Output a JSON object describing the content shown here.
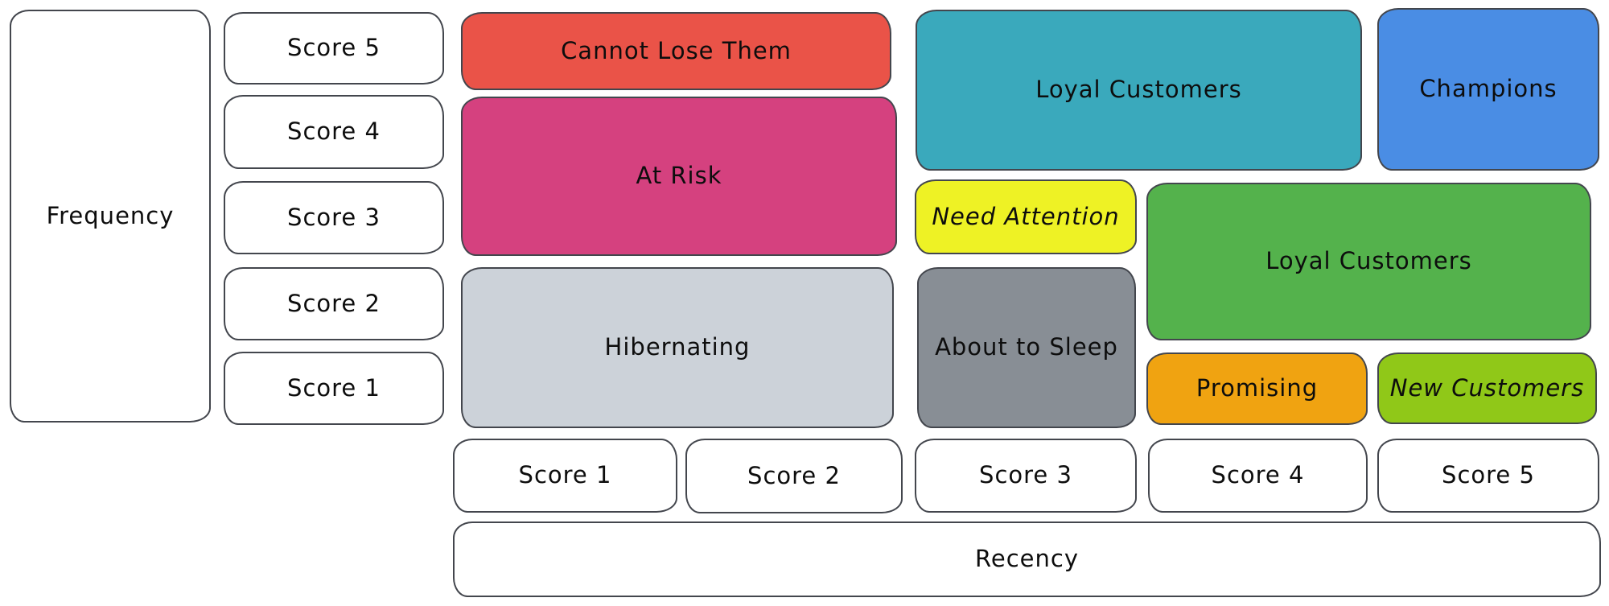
{
  "diagram": {
    "y_axis": {
      "label": "Frequency",
      "scores": [
        "Score 5",
        "Score 4",
        "Score 3",
        "Score 2",
        "Score 1"
      ]
    },
    "x_axis": {
      "label": "Recency",
      "scores": [
        "Score 1",
        "Score 2",
        "Score 3",
        "Score 4",
        "Score 5"
      ]
    },
    "segments": [
      {
        "label": "Cannot Lose Them",
        "color": "#ea5348",
        "recency_scores": "1-2",
        "frequency_scores": "5"
      },
      {
        "label": "At Risk",
        "color": "#d5417f",
        "recency_scores": "1-2",
        "frequency_scores": "3-4"
      },
      {
        "label": "Hibernating",
        "color": "#ccd2d9",
        "recency_scores": "1-2",
        "frequency_scores": "1-2"
      },
      {
        "label": "Loyal Customers",
        "color": "#3aa9bc",
        "recency_scores": "3-4",
        "frequency_scores": "4-5"
      },
      {
        "label": "Champions",
        "color": "#4a8de4",
        "recency_scores": "5",
        "frequency_scores": "4-5"
      },
      {
        "label": "Need Attention",
        "color": "#eef225",
        "recency_scores": "3",
        "frequency_scores": "3"
      },
      {
        "label": "About to Sleep",
        "color": "#888e95",
        "recency_scores": "3",
        "frequency_scores": "1-2"
      },
      {
        "label": "Loyal Customers",
        "color": "#54b24c",
        "recency_scores": "4-5",
        "frequency_scores": "2-3"
      },
      {
        "label": "Promising",
        "color": "#f0a311",
        "recency_scores": "4",
        "frequency_scores": "1"
      },
      {
        "label": "New Customers",
        "color": "#90c818",
        "recency_scores": "5",
        "frequency_scores": "1"
      }
    ],
    "colors": {
      "background": "#ffffff",
      "outline": "#43464d",
      "text": "#0d0d0d"
    }
  }
}
